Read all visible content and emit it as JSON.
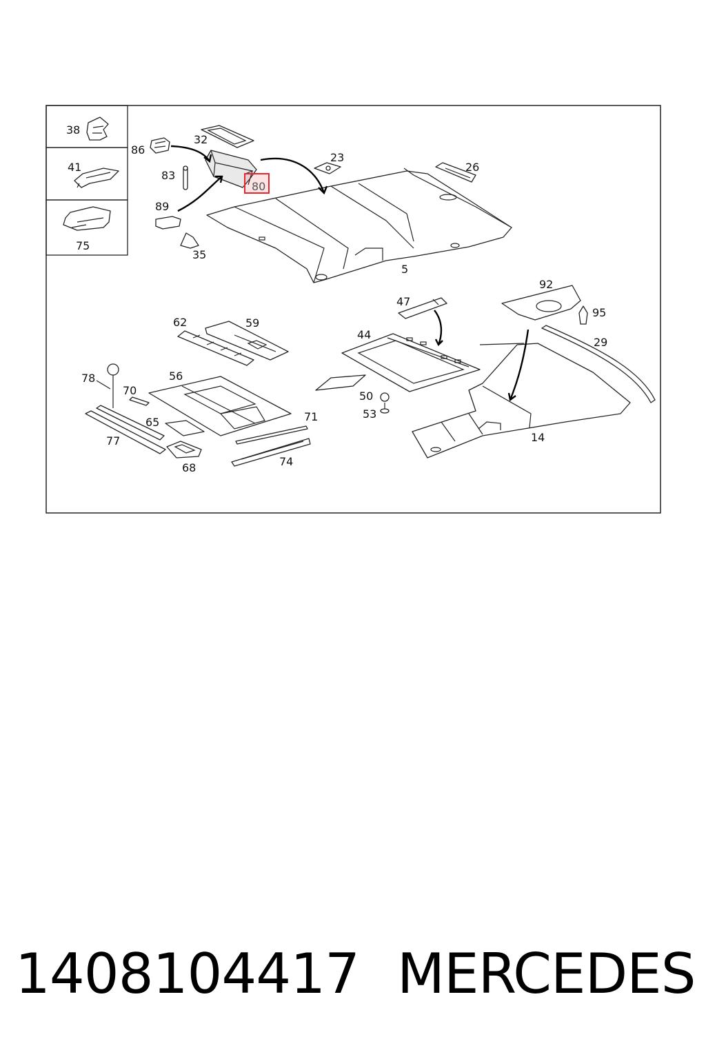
{
  "labels": {
    "l38": "38",
    "l41": "41",
    "l75": "75",
    "l86": "86",
    "l32": "32",
    "l83": "83",
    "l80": "80",
    "l89": "89",
    "l35": "35",
    "l23": "23",
    "l26": "26",
    "l5": "5",
    "l62": "62",
    "l59": "59",
    "l47": "47",
    "l44": "44",
    "l92": "92",
    "l95": "95",
    "l29": "29",
    "l78": "78",
    "l56": "56",
    "l70": "70",
    "l65": "65",
    "l71": "71",
    "l50": "50",
    "l53": "53",
    "l77": "77",
    "l68": "68",
    "l74": "74",
    "l14": "14"
  },
  "highlighted_part": "80",
  "colors": {
    "highlight": "#e8252b",
    "line": "#222222",
    "background": "#ffffff"
  },
  "footer": {
    "part_number": "1408104417",
    "brand": "MERCEDES"
  }
}
